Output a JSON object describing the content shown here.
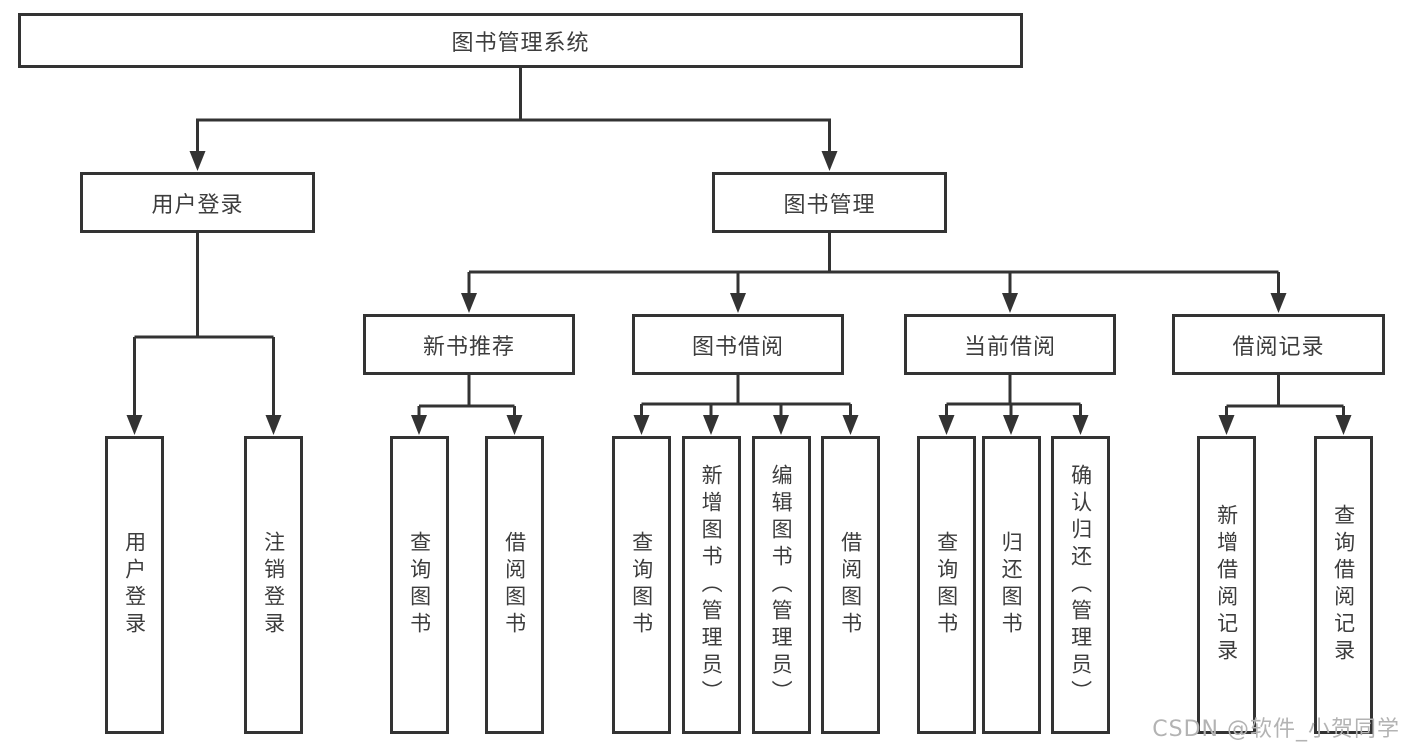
{
  "tree": {
    "root": {
      "label": "图书管理系统"
    },
    "branches": [
      {
        "label": "用户登录",
        "children": [
          {
            "label": "用户登录"
          },
          {
            "label": "注销登录"
          }
        ]
      },
      {
        "label": "图书管理",
        "children": [
          {
            "label": "新书推荐",
            "children": [
              {
                "label": "查询图书"
              },
              {
                "label": "借阅图书"
              }
            ]
          },
          {
            "label": "图书借阅",
            "children": [
              {
                "label": "查询图书"
              },
              {
                "label": "新增图书（管理员）"
              },
              {
                "label": "编辑图书（管理员）"
              },
              {
                "label": "借阅图书"
              }
            ]
          },
          {
            "label": "当前借阅",
            "children": [
              {
                "label": "查询图书"
              },
              {
                "label": "归还图书"
              },
              {
                "label": "确认归还（管理员）"
              }
            ]
          },
          {
            "label": "借阅记录",
            "children": [
              {
                "label": "新增借阅记录"
              },
              {
                "label": "查询借阅记录"
              }
            ]
          }
        ]
      }
    ]
  },
  "watermark": "CSDN @软件_小贺同学",
  "colors": {
    "line": "#333333",
    "text": "#3d3d3d",
    "background": "#ffffff",
    "watermark": "#b3b3b3"
  }
}
